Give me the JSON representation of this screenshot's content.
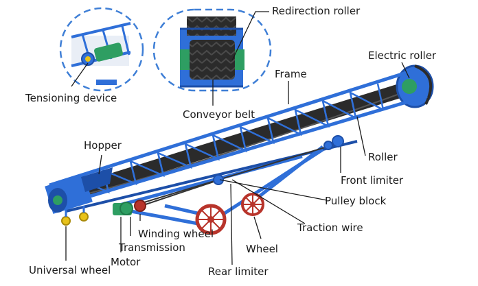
{
  "labels": {
    "redirection_roller": "Redirection roller",
    "electric_roller": "Electric roller",
    "tensioning_device": "Tensioning device",
    "frame": "Frame",
    "conveyor_belt": "Conveyor belt",
    "hopper": "Hopper",
    "roller": "Roller",
    "front_limiter": "Front limiter",
    "pulley_block": "Pulley block",
    "traction_wire": "Traction wire",
    "winding_wheel": "Winding wheel",
    "transmission": "Transmission",
    "motor": "Motor",
    "wheel": "Wheel",
    "universal_wheel": "Universal wheel",
    "rear_limiter": "Rear limiter"
  },
  "colors": {
    "frame_blue": "#2f6fd8",
    "frame_dark": "#1d4fa8",
    "belt": "#2b2b2b",
    "roller_green": "#2e9e62",
    "wheel_red": "#b8342b",
    "caster_yellow": "#e8c21a",
    "callout_dash": "#3f7fd6",
    "leader": "#1a1a1a"
  }
}
